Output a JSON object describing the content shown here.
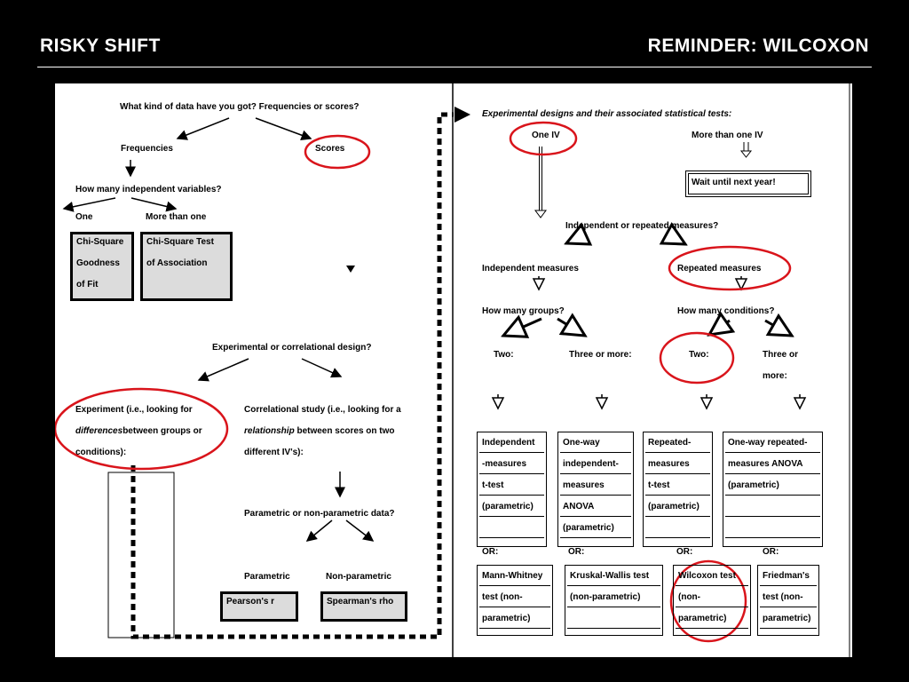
{
  "header": {
    "left_title": "RISKY SHIFT",
    "right_title": "REMINDER: WILCOXON"
  },
  "left": {
    "q_data": "What kind of data have you got? Frequencies or scores?",
    "frequencies": "Frequencies",
    "scores": "Scores",
    "q_iv": "How many independent variables?",
    "one": "One",
    "more_than_one": "More than one",
    "chi_gof": [
      "Chi-Square",
      "Goodness",
      "of Fit"
    ],
    "chi_assoc": [
      "Chi-Square Test",
      "of Association"
    ],
    "q_design": "Experimental or correlational design?",
    "experiment": [
      "Experiment (i.e., looking for",
      "differences",
      "between groups or",
      "conditions):"
    ],
    "correlational": [
      "Correlational study (i.e., looking for a",
      "relationship",
      " between scores on two",
      "different IV's):"
    ],
    "q_param": "Parametric or non-parametric data?",
    "parametric": "Parametric",
    "non_parametric": "Non-parametric",
    "pearson": "Pearson's r",
    "spearman": "Spearman's rho"
  },
  "right": {
    "title": "Experimental designs and their associated statistical tests:",
    "one_iv": "One IV",
    "more_iv": "More than one IV",
    "wait": "Wait until next year!",
    "q_indep": "Independent or repeated measures?",
    "indep_measures": "Independent measures",
    "rep_measures": "Repeated measures",
    "q_groups": "How many groups?",
    "q_conditions": "How many conditions?",
    "two_a": "Two:",
    "three_a": "Three or more:",
    "two_b": "Two:",
    "three_b": [
      "Three or",
      "more:"
    ],
    "tests": [
      [
        "Independent",
        "-measures",
        "t-test",
        "(parametric)"
      ],
      [
        "One-way",
        "independent-",
        "measures",
        "ANOVA",
        "(parametric)"
      ],
      [
        "Repeated-",
        "measures",
        "t-test",
        "(parametric)"
      ],
      [
        "One-way repeated-",
        "measures ANOVA",
        "(parametric)"
      ]
    ],
    "or_labels": [
      "OR:",
      "OR:",
      "OR:",
      "OR:"
    ],
    "alt_tests": [
      [
        "Mann-Whitney",
        "test (non-",
        "parametric)"
      ],
      [
        "Kruskal-Wallis test",
        "(non-parametric)"
      ],
      [
        "Wilcoxon test",
        "(non-",
        "parametric)"
      ],
      [
        "Friedman's",
        "test (non-",
        "parametric)"
      ]
    ]
  },
  "colors": {
    "highlight": "#d9141b",
    "background": "#000000",
    "sheet": "#ffffff",
    "box_fill": "#dcdcdc"
  }
}
